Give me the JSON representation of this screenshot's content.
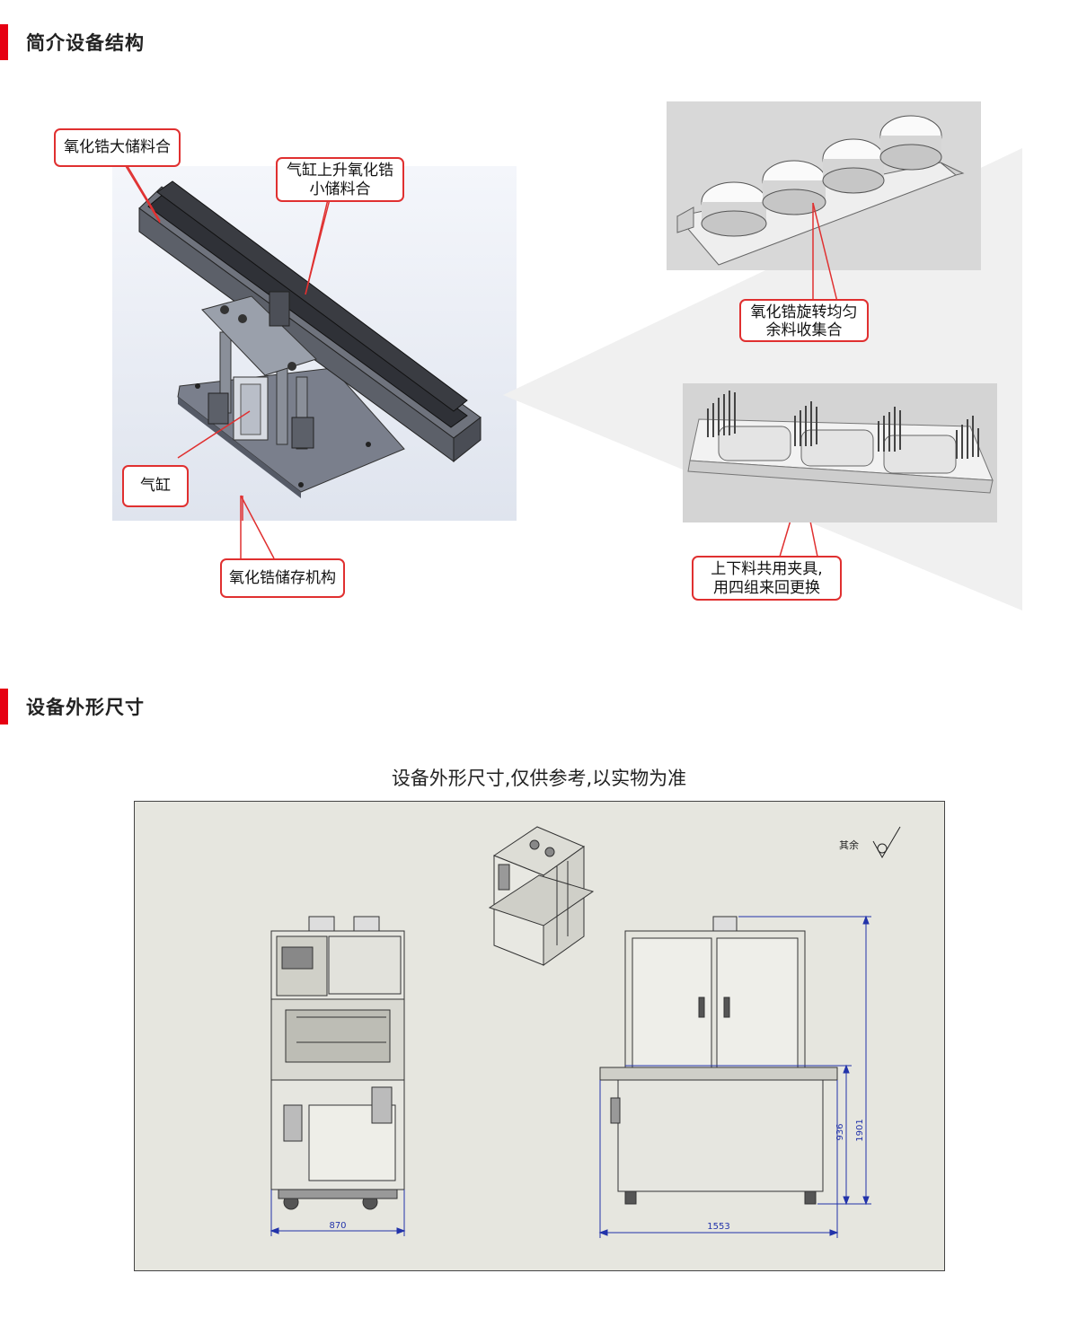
{
  "sections": {
    "structure_title": "简介设备结构",
    "dimensions_title": "设备外形尺寸"
  },
  "callouts": {
    "large_storage_box": "氧化锆大储料合",
    "cylinder_lift_line1": "气缸上升氧化锆",
    "cylinder_lift_line2": "小储料合",
    "cylinder": "气缸",
    "storage_mechanism": "氧化锆储存机构",
    "rotary_box_line1": "氧化锆旋转均匀",
    "rotary_box_line2": "余料收集合",
    "fixture_line1": "上下料共用夹具,",
    "fixture_line2": "用四组来回更换"
  },
  "drawing": {
    "caption": "设备外形尺寸,仅供参考,以实物为准",
    "surface_note": "其余",
    "width_front": "870",
    "width_side": "1553",
    "height_total": "1901",
    "height_base": "936"
  },
  "colors": {
    "accent": "#e60012",
    "callout_border": "#e03030",
    "drawing_bg": "#e6e6df",
    "dimension_line": "#2233aa"
  }
}
